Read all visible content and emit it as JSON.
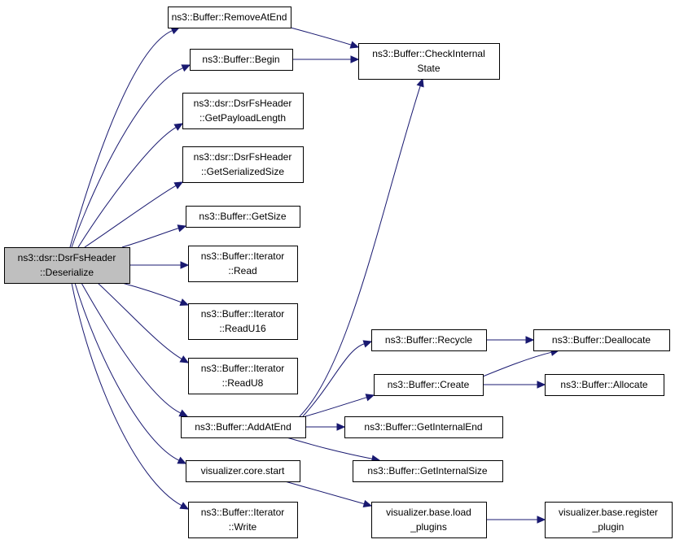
{
  "graph": {
    "nodes": [
      {
        "id": "deserialize",
        "lines": [
          "ns3::dsr::DsrFsHeader",
          "::Deserialize"
        ],
        "root": true
      },
      {
        "id": "remove_at_end",
        "lines": [
          "ns3::Buffer::RemoveAtEnd"
        ]
      },
      {
        "id": "begin",
        "lines": [
          "ns3::Buffer::Begin"
        ]
      },
      {
        "id": "check_internal_state",
        "lines": [
          "ns3::Buffer::CheckInternal",
          "State"
        ]
      },
      {
        "id": "get_payload_length",
        "lines": [
          "ns3::dsr::DsrFsHeader",
          "::GetPayloadLength"
        ]
      },
      {
        "id": "get_serialized_size",
        "lines": [
          "ns3::dsr::DsrFsHeader",
          "::GetSerializedSize"
        ]
      },
      {
        "id": "get_size",
        "lines": [
          "ns3::Buffer::GetSize"
        ]
      },
      {
        "id": "iterator_read",
        "lines": [
          "ns3::Buffer::Iterator",
          "::Read"
        ]
      },
      {
        "id": "iterator_read_u16",
        "lines": [
          "ns3::Buffer::Iterator",
          "::ReadU16"
        ]
      },
      {
        "id": "iterator_read_u8",
        "lines": [
          "ns3::Buffer::Iterator",
          "::ReadU8"
        ]
      },
      {
        "id": "add_at_end",
        "lines": [
          "ns3::Buffer::AddAtEnd"
        ]
      },
      {
        "id": "recycle",
        "lines": [
          "ns3::Buffer::Recycle"
        ]
      },
      {
        "id": "deallocate",
        "lines": [
          "ns3::Buffer::Deallocate"
        ]
      },
      {
        "id": "create",
        "lines": [
          "ns3::Buffer::Create"
        ]
      },
      {
        "id": "allocate",
        "lines": [
          "ns3::Buffer::Allocate"
        ]
      },
      {
        "id": "get_internal_end",
        "lines": [
          "ns3::Buffer::GetInternalEnd"
        ]
      },
      {
        "id": "get_internal_size",
        "lines": [
          "ns3::Buffer::GetInternalSize"
        ]
      },
      {
        "id": "visualizer_core_start",
        "lines": [
          "visualizer.core.start"
        ]
      },
      {
        "id": "visualizer_base_load_plugins",
        "lines": [
          "visualizer.base.load",
          "_plugins"
        ]
      },
      {
        "id": "visualizer_base_register_plugin",
        "lines": [
          "visualizer.base.register",
          "_plugin"
        ]
      },
      {
        "id": "iterator_write",
        "lines": [
          "ns3::Buffer::Iterator",
          "::Write"
        ]
      }
    ],
    "edges": [
      {
        "from": "deserialize",
        "to": "remove_at_end"
      },
      {
        "from": "deserialize",
        "to": "begin"
      },
      {
        "from": "deserialize",
        "to": "get_payload_length"
      },
      {
        "from": "deserialize",
        "to": "get_serialized_size"
      },
      {
        "from": "deserialize",
        "to": "get_size"
      },
      {
        "from": "deserialize",
        "to": "iterator_read"
      },
      {
        "from": "deserialize",
        "to": "iterator_read_u16"
      },
      {
        "from": "deserialize",
        "to": "iterator_read_u8"
      },
      {
        "from": "deserialize",
        "to": "add_at_end"
      },
      {
        "from": "deserialize",
        "to": "visualizer_core_start"
      },
      {
        "from": "deserialize",
        "to": "iterator_write"
      },
      {
        "from": "remove_at_end",
        "to": "check_internal_state"
      },
      {
        "from": "begin",
        "to": "check_internal_state"
      },
      {
        "from": "add_at_end",
        "to": "check_internal_state"
      },
      {
        "from": "add_at_end",
        "to": "recycle"
      },
      {
        "from": "add_at_end",
        "to": "create"
      },
      {
        "from": "add_at_end",
        "to": "get_internal_end"
      },
      {
        "from": "add_at_end",
        "to": "get_internal_size"
      },
      {
        "from": "recycle",
        "to": "deallocate"
      },
      {
        "from": "create",
        "to": "deallocate"
      },
      {
        "from": "create",
        "to": "allocate"
      },
      {
        "from": "visualizer_core_start",
        "to": "visualizer_base_load_plugins"
      },
      {
        "from": "visualizer_base_load_plugins",
        "to": "visualizer_base_register_plugin"
      }
    ],
    "colors": {
      "edge": "#191970",
      "root_fill": "#bfbfbf",
      "node_fill": "#ffffff",
      "node_border": "#000000"
    }
  }
}
